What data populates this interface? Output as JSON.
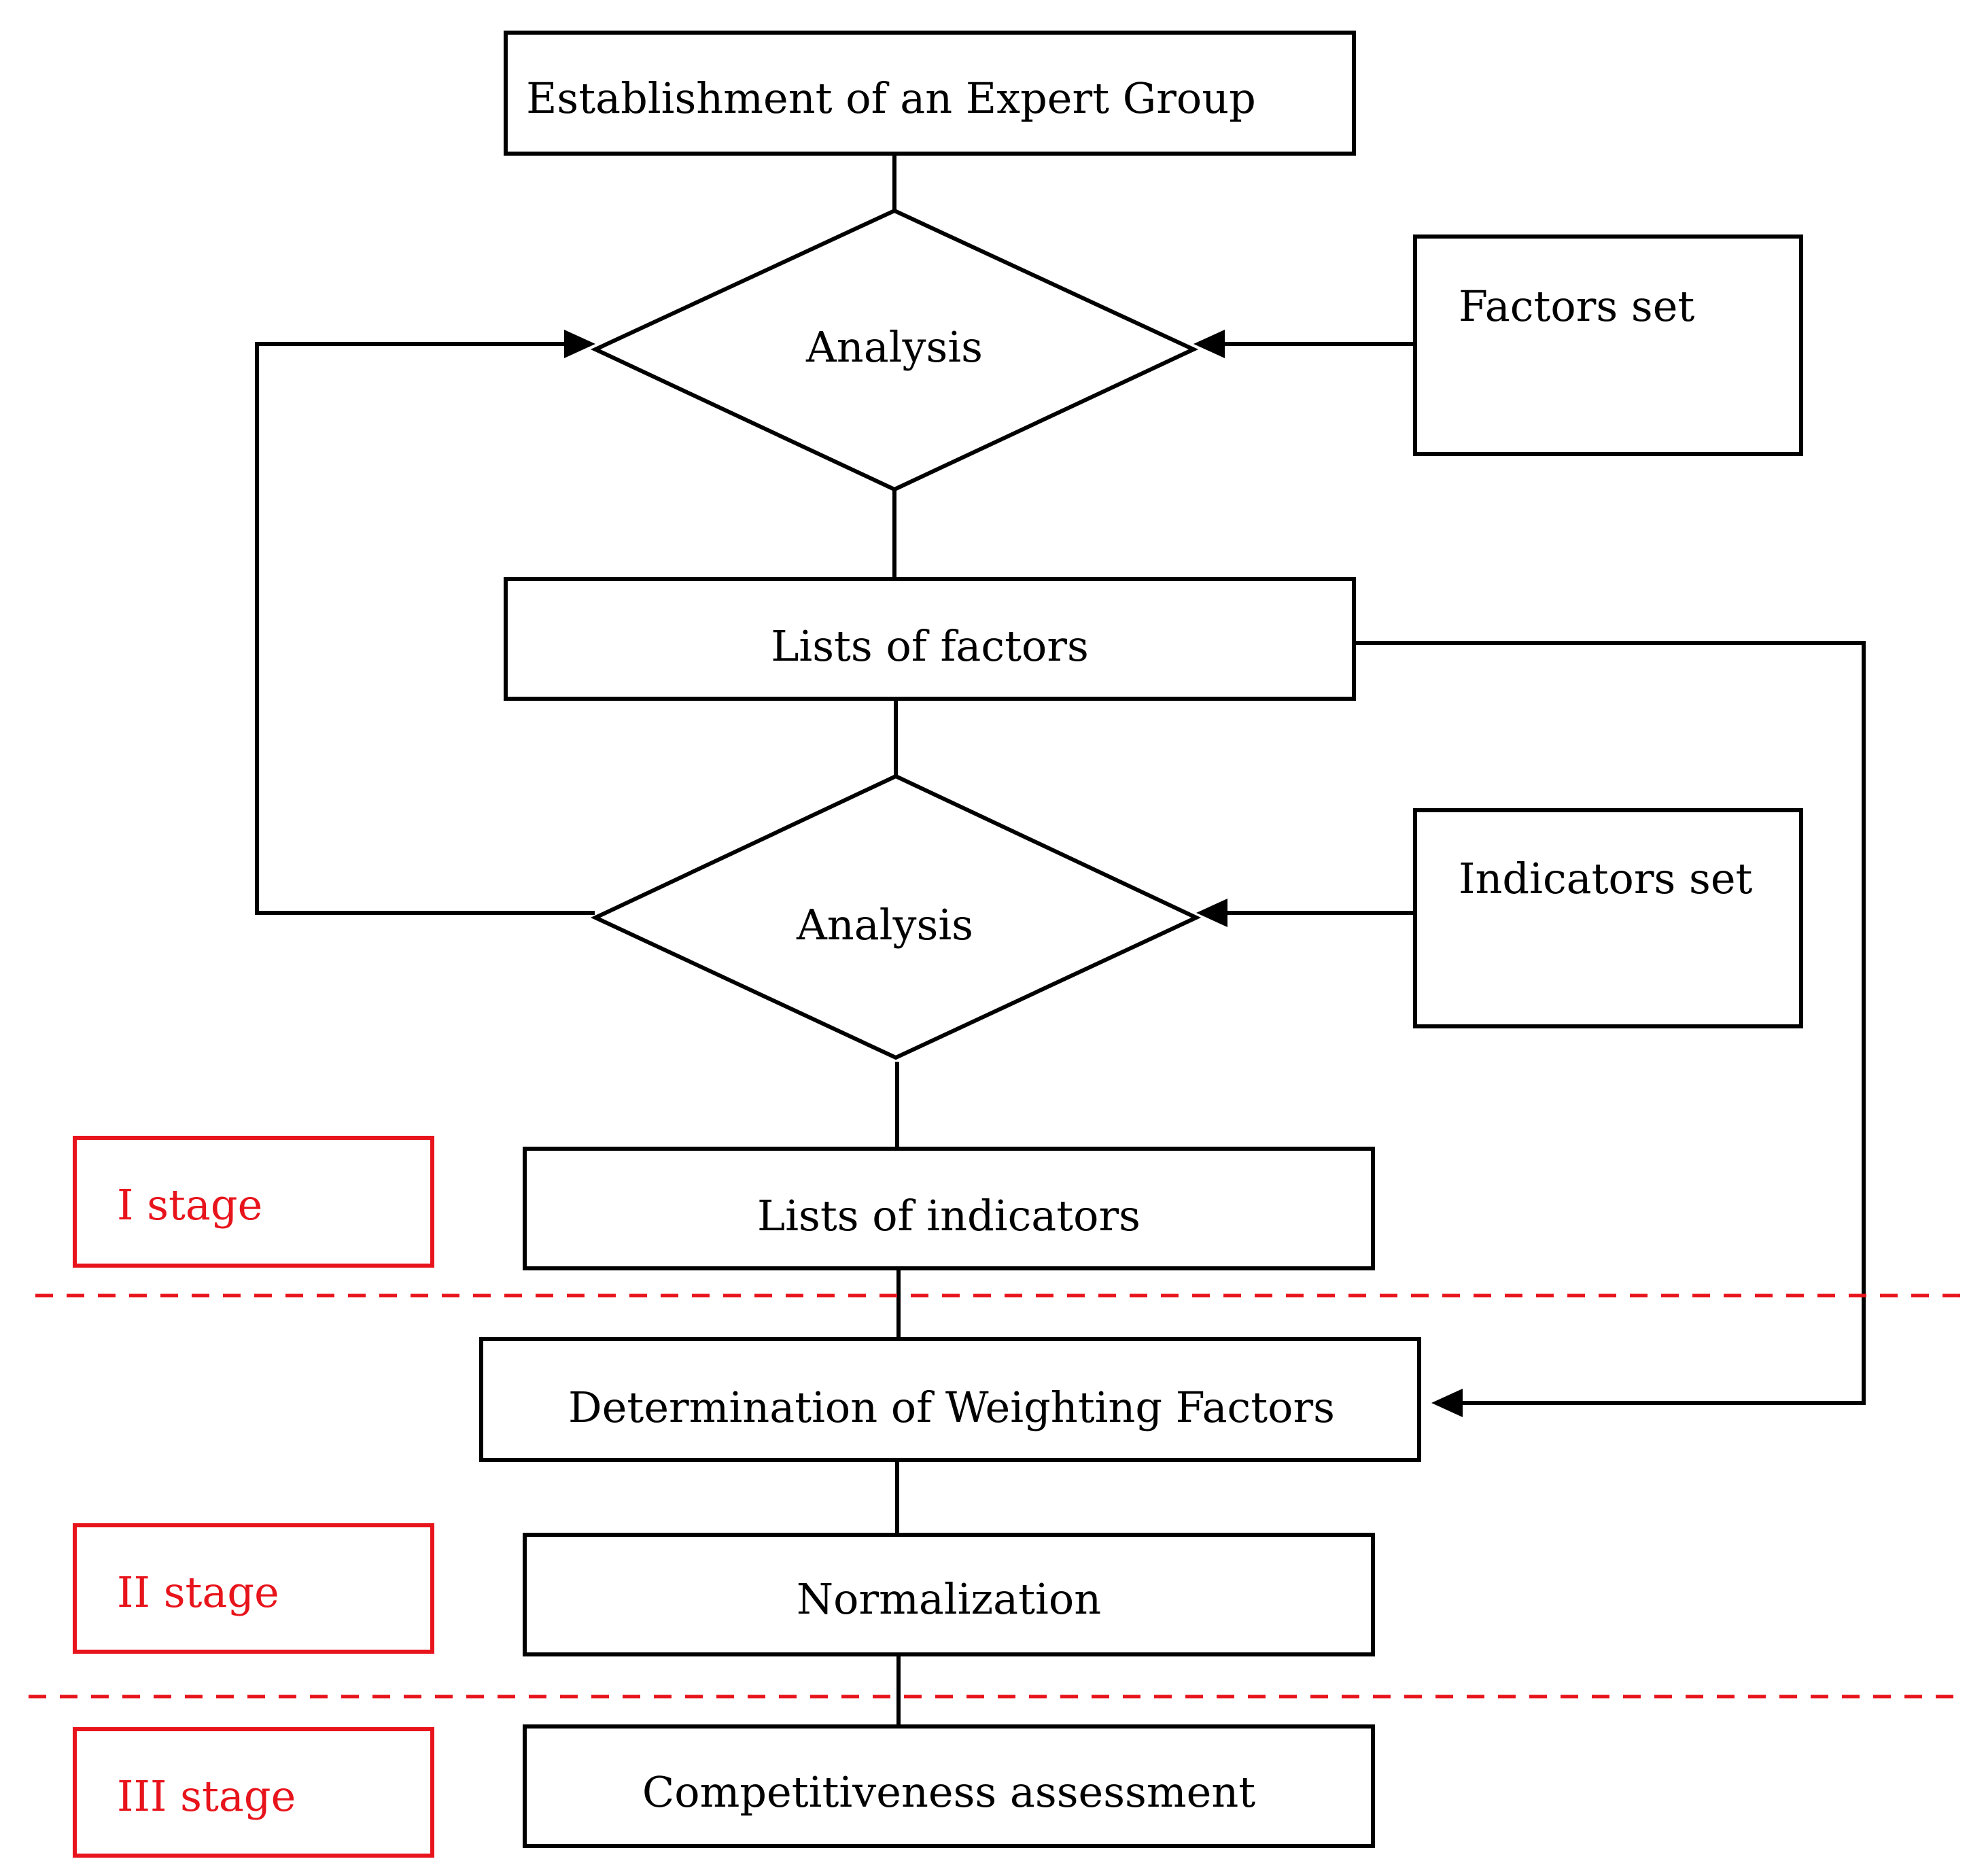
{
  "colors": {
    "stroke": "#000000",
    "stage": "#e8141c",
    "background": "#ffffff"
  },
  "nodes": {
    "expert_group": "Establishment of an Expert Group",
    "analysis_1": "Analysis",
    "factors_set": "Factors set",
    "lists_of_factors": "Lists of factors",
    "analysis_2": "Analysis",
    "indicators_set": "Indicators set",
    "lists_of_indicators": "Lists of indicators",
    "weighting_factors": "Determination of Weighting Factors",
    "normalization": "Normalization",
    "competitiveness": "Competitiveness assessment"
  },
  "stages": {
    "stage_1": "I stage",
    "stage_2": "II stage",
    "stage_3": "III stage"
  }
}
